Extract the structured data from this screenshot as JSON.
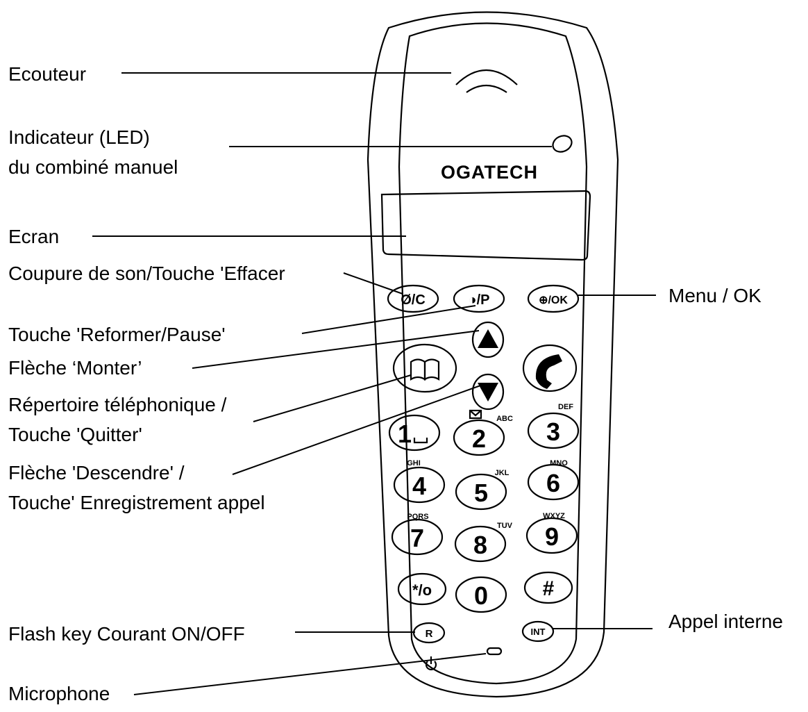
{
  "brand": "OGATECH",
  "labels": {
    "ecouteur": "Ecouteur",
    "led_line1": "Indicateur (LED)",
    "led_line2": "du combiné manuel",
    "ecran": "Ecran",
    "coupure": "Coupure de son/Touche 'Effacer",
    "reformer": "Touche 'Reformer/Pause'",
    "monter": "Flèche ‘Monter’",
    "repertoire_line1": "Répertoire téléphonique /",
    "repertoire_line2": "Touche 'Quitter'",
    "descendre_line1": "Flèche 'Descendre' /",
    "descendre_line2": "Touche' Enregistrement appel",
    "flash": "Flash key Courant ON/OFF",
    "microphone": "Microphone",
    "menu_ok": "Menu / OK",
    "appel_interne": "Appel interne"
  },
  "keys": {
    "mute_clear": "Ø/C",
    "redial_pause": "◑/P",
    "menu_ok": "⊕/OK",
    "up": "▲",
    "down": "▼",
    "k1": "1",
    "k2": "2",
    "k3": "3",
    "k4": "4",
    "k5": "5",
    "k6": "6",
    "k7": "7",
    "k8": "8",
    "k9": "9",
    "k0": "0",
    "star": "*/o",
    "hash": "#",
    "r": "R",
    "int": "INT"
  },
  "key_letters": {
    "k2": "ABC",
    "k3": "DEF",
    "k4": "GHI",
    "k5": "JKL",
    "k6": "MNO",
    "k7": "PQRS",
    "k8": "TUV",
    "k9": "WXYZ"
  },
  "icons": {
    "earpiece": "earpiece-icon",
    "led": "led-icon",
    "phonebook": "book-icon",
    "talk": "handset-icon",
    "envelope": "envelope-icon",
    "power": "power-icon",
    "microphone": "microphone-icon"
  }
}
